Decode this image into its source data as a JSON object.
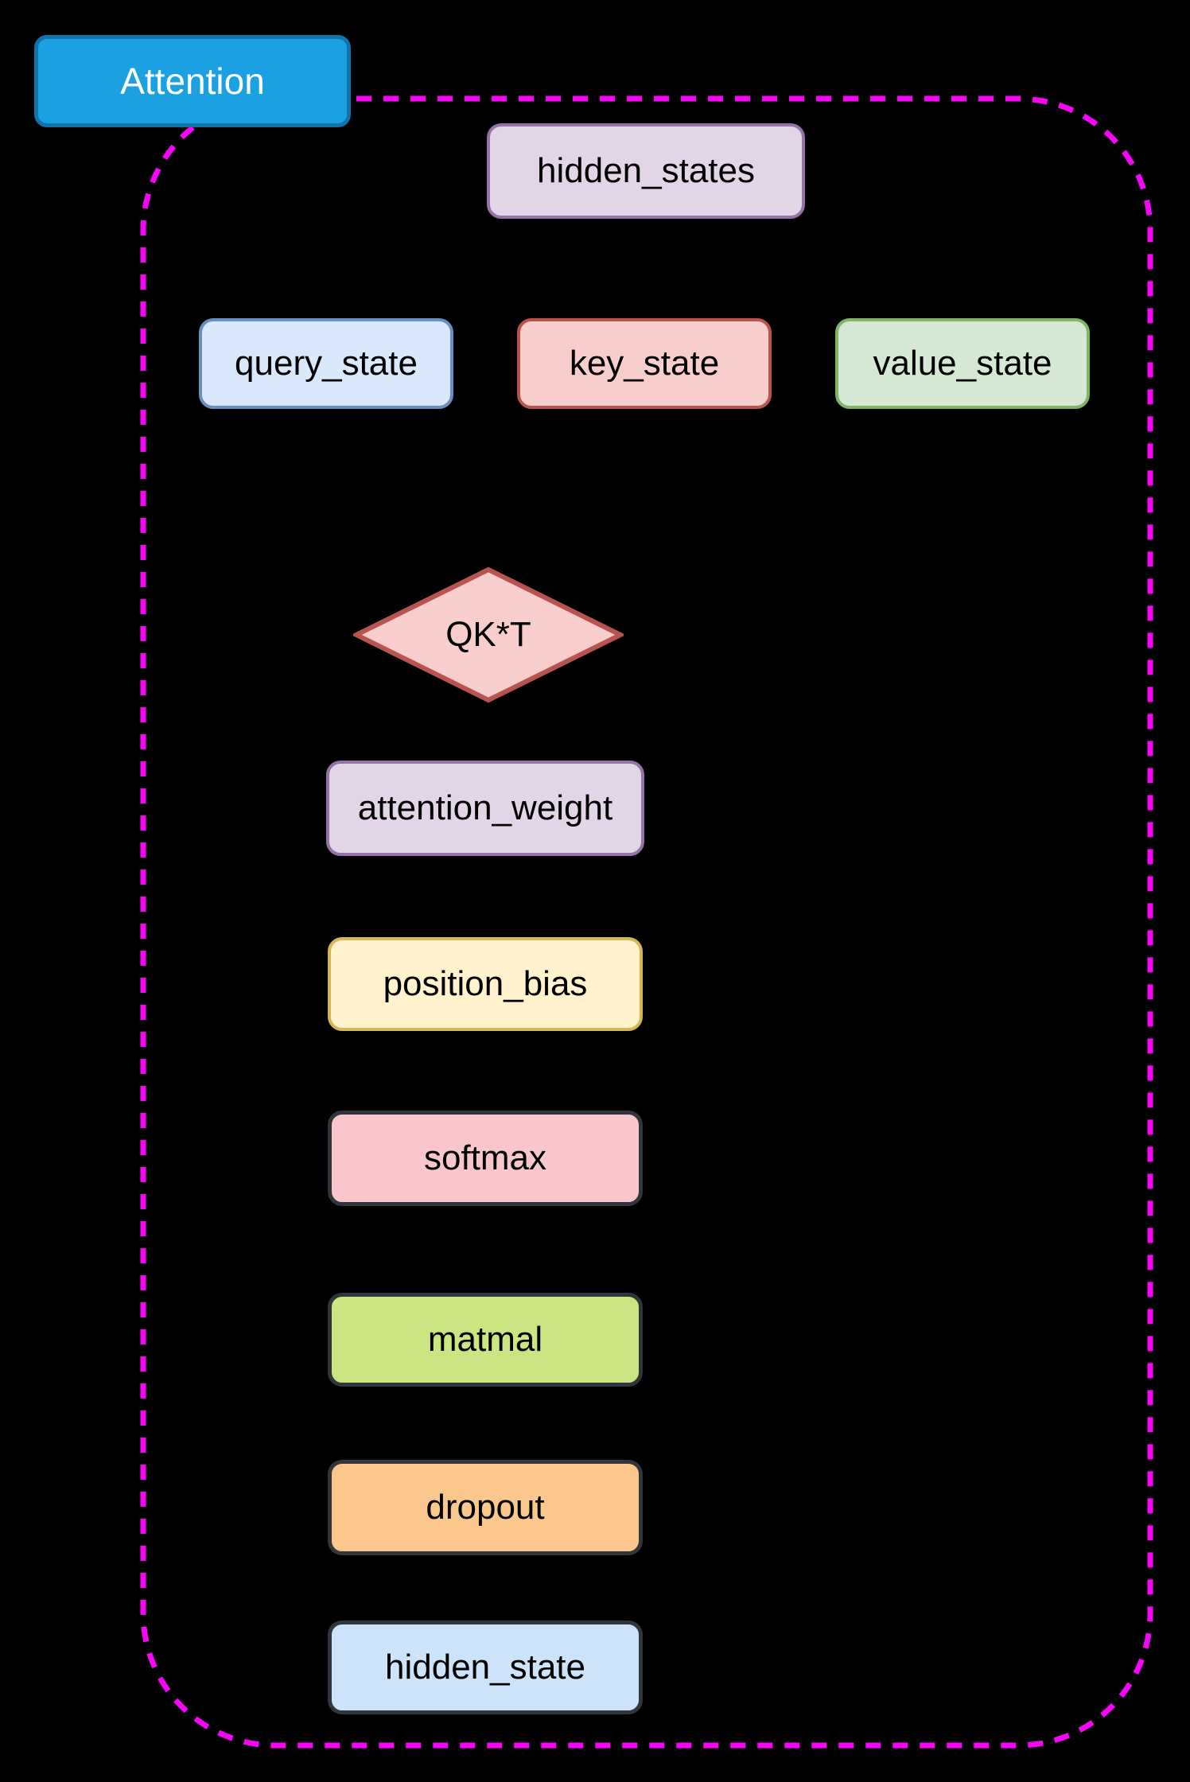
{
  "group": {
    "label": "Attention",
    "border_style": "dashed",
    "border_color": "#f705f7"
  },
  "colors": {
    "background": "#000000",
    "attention_fill": "#1ba1e2",
    "attention_border": "#1272ab",
    "attention_text": "#ffffff",
    "node_text": "#000000"
  },
  "nodes": {
    "hidden_states": {
      "label": "hidden_states",
      "shape": "rounded-rect",
      "fill": "#e1d5e7",
      "border": "#9673a6"
    },
    "query_state": {
      "label": "query_state",
      "shape": "rounded-rect",
      "fill": "#dae8fc",
      "border": "#6c8ebf"
    },
    "key_state": {
      "label": "key_state",
      "shape": "rounded-rect",
      "fill": "#f8cecc",
      "border": "#b85450"
    },
    "value_state": {
      "label": "value_state",
      "shape": "rounded-rect",
      "fill": "#d5e8d4",
      "border": "#82b366"
    },
    "qkt": {
      "label": "QK*T",
      "shape": "diamond",
      "fill": "#f8cecc",
      "border": "#b85450"
    },
    "attention_weight": {
      "label": "attention_weight",
      "shape": "rounded-rect",
      "fill": "#e1d5e7",
      "border": "#9673a6"
    },
    "position_bias": {
      "label": "position_bias",
      "shape": "rounded-rect",
      "fill": "#fff2cc",
      "border": "#d6b656"
    },
    "softmax": {
      "label": "softmax",
      "shape": "rounded-rect",
      "fill": "#f9c7cb",
      "border": "#30363c"
    },
    "matmal": {
      "label": "matmal",
      "shape": "rounded-rect",
      "fill": "#cbe583",
      "border": "#30363c"
    },
    "dropout": {
      "label": "dropout",
      "shape": "rounded-rect",
      "fill": "#fbc78d",
      "border": "#30363c"
    },
    "hidden_state": {
      "label": "hidden_state",
      "shape": "rounded-rect",
      "fill": "#cce3fa",
      "border": "#30363c"
    }
  }
}
